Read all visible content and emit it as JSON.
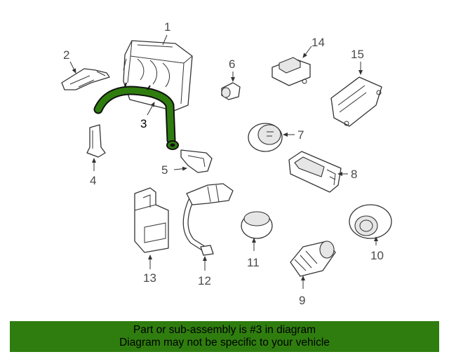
{
  "diagram": {
    "highlight_color": "#2f7d0f",
    "callouts": [
      "1",
      "2",
      "3",
      "4",
      "5",
      "6",
      "7",
      "8",
      "9",
      "10",
      "11",
      "12",
      "13",
      "14",
      "15"
    ]
  },
  "banner": {
    "line1": "Part or sub-assembly is #3 in diagram",
    "line2": "Diagram may not be specific to your vehicle",
    "color": "#2f7d0f"
  }
}
